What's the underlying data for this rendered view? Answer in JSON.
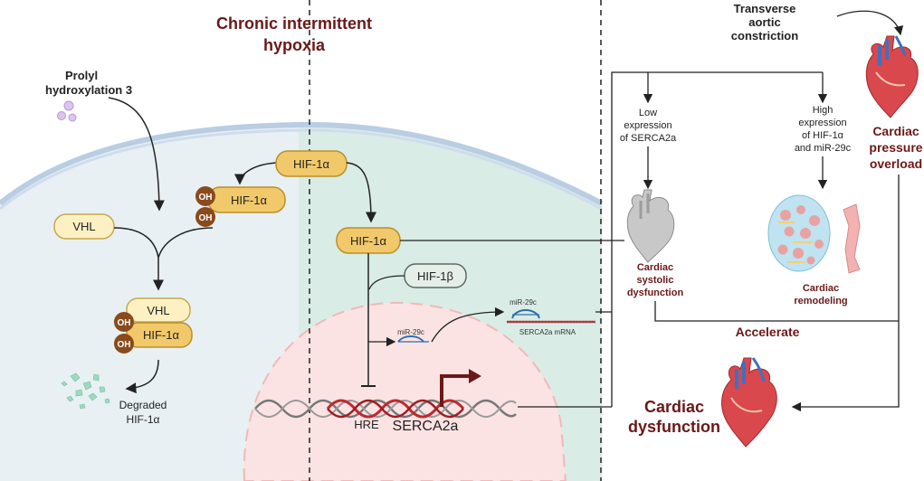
{
  "header": {
    "title_line1": "Chronic intermittent",
    "title_line2": "hypoxia"
  },
  "left": {
    "prolyl_line1": "Prolyl",
    "prolyl_line2": "hydroxylation 3",
    "vhl": "VHL",
    "oh": "OH",
    "hif1a": "HIF-1α",
    "degraded_line1": "Degraded",
    "degraded_line2": "HIF-1α"
  },
  "center": {
    "hif1a_top": "HIF-1α",
    "hif1a_mid": "HIF-1α",
    "hif1b": "HIF-1β",
    "mir29c_small": "miR-29c",
    "mir29c_right": "miR-29c",
    "serca2a_mrna": "SERCA2a mRNA",
    "hre": "HRE",
    "serca2a": "SERCA2a"
  },
  "right": {
    "tac_line1": "Transverse",
    "tac_line2": "aortic",
    "tac_line3": "constriction",
    "low_line1": "Low",
    "low_line2": "expression",
    "low_line3": "of SERCA2a",
    "high_line1": "High",
    "high_line2": "expression",
    "high_line3": "of HIF-1α",
    "high_line4": "and miR-29c",
    "csd_line1": "Cardiac",
    "csd_line2": "systolic",
    "csd_line3": "dysfunction",
    "remodel_line1": "Cardiac",
    "remodel_line2": "remodeling",
    "cpo_line1": "Cardiac",
    "cpo_line2": "pressure",
    "cpo_line3": "overload",
    "accelerate": "Accelerate",
    "cd_line1": "Cardiac",
    "cd_line2": "dysfunction"
  },
  "colors": {
    "pill_fill": "#f2c96a",
    "pill_stroke": "#b8902a",
    "oh_fill": "#8a4a1c",
    "dark_red": "#6b1818",
    "cell_left": "#e8f0f3",
    "cell_right": "#d9ece6",
    "nucleus": "#fbe3e3"
  }
}
